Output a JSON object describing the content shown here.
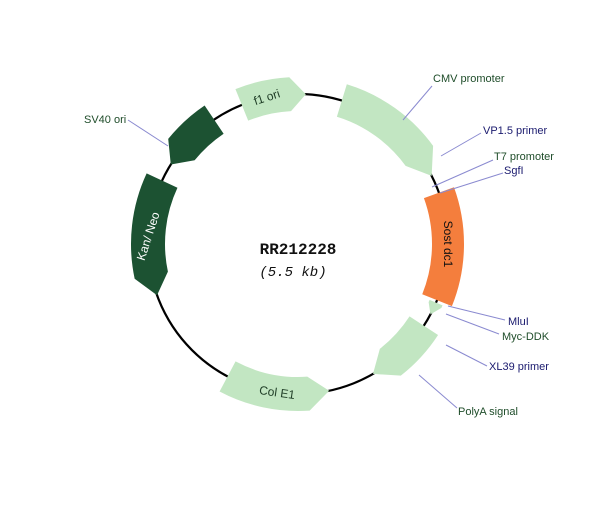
{
  "plasmid": {
    "name": "RR212228",
    "size": "(5.5 kb)"
  },
  "colors": {
    "backbone": "#000000",
    "light_feature": "#c2e6c2",
    "dark_feature": "#1c5232",
    "insert": "#f47e3d",
    "leader_line": "#8a8ad0"
  },
  "features": [
    {
      "id": "cmv-promoter",
      "text": "",
      "kind": "light"
    },
    {
      "id": "sost-dc1",
      "text": "Sost dc1",
      "kind": "insert"
    },
    {
      "id": "myc-ddk",
      "text": "",
      "kind": "light"
    },
    {
      "id": "polya-signal",
      "text": "",
      "kind": "light"
    },
    {
      "id": "col-e1",
      "text": "Col E1",
      "kind": "light"
    },
    {
      "id": "kan-neo",
      "text": "Kan/ Neo",
      "kind": "dark"
    },
    {
      "id": "sv40-ori",
      "text": "",
      "kind": "dark"
    },
    {
      "id": "f1-ori",
      "text": "f1 ori",
      "kind": "light"
    }
  ],
  "labels": {
    "cmv_promoter": "CMV promoter",
    "vp15_primer": "VP1.5 primer",
    "t7_promoter": "T7 promoter",
    "sgfi": "SgfI",
    "mlui": "MluI",
    "myc_ddk": "Myc-DDK",
    "xl39_primer": "XL39 primer",
    "polya_signal": "PolyA signal",
    "sv40_ori": "SV40 ori"
  }
}
